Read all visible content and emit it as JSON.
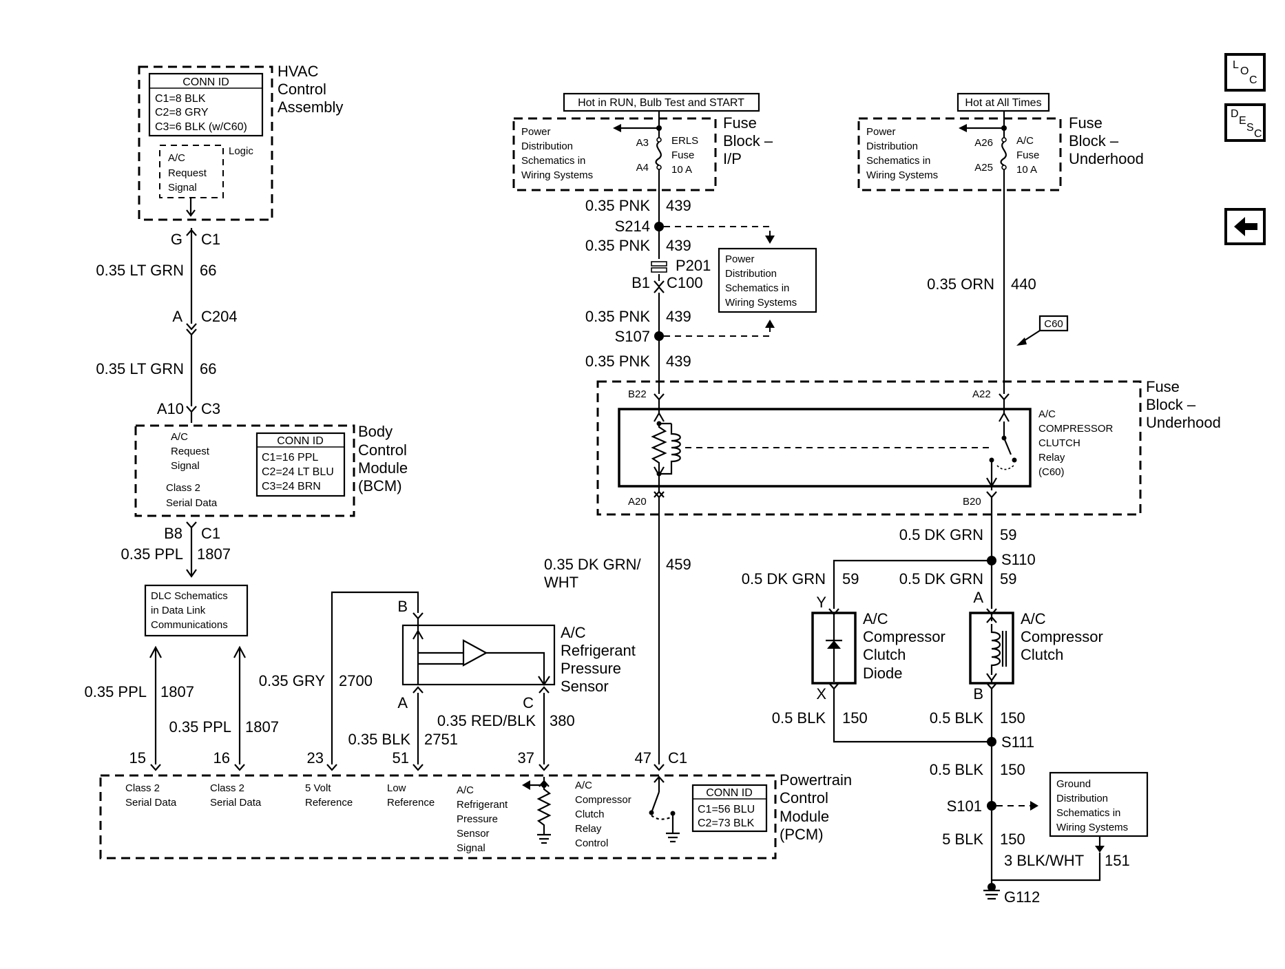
{
  "hvac": {
    "conn_title": "CONN ID",
    "conn": [
      "C1=8 BLK",
      "C2=8 GRY",
      "C3=6 BLK (w/C60)"
    ],
    "name": [
      "HVAC",
      "Control",
      "Assembly"
    ],
    "logic": "Logic",
    "signal": [
      "A/C",
      "Request",
      "Signal"
    ]
  },
  "left_wire": {
    "g": "G",
    "c1": "C1",
    "w1_gauge": "0.35 LT GRN",
    "w1_circuit": "66",
    "a": "A",
    "c204": "C204",
    "w2_gauge": "0.35 LT GRN",
    "w2_circuit": "66",
    "a10": "A10",
    "c3": "C3"
  },
  "bcm": {
    "signal": [
      "A/C",
      "Request",
      "Signal"
    ],
    "class2": [
      "Class 2",
      "Serial Data"
    ],
    "conn_title": "CONN ID",
    "conn": [
      "C1=16 PPL",
      "C2=24 LT BLU",
      "C3=24 BRN"
    ],
    "name": [
      "Body",
      "Control",
      "Module",
      "(BCM)"
    ],
    "b8": "B8",
    "c1": "C1",
    "w_gauge": "0.35 PPL",
    "w_circuit": "1807"
  },
  "dlc": {
    "lines": [
      "DLC Schematics",
      "in Data Link",
      "Communications"
    ]
  },
  "pcm_wires": {
    "w15_gauge": "0.35 PPL",
    "w15_circuit": "1807",
    "w16_gauge": "0.35 PPL",
    "w16_circuit": "1807",
    "w23_gauge": "0.35 GRY",
    "w23_circuit": "2700",
    "w51_gauge": "0.35 BLK",
    "w51_circuit": "2751",
    "w37_gauge": "0.35 RED/BLK",
    "w37_circuit": "380",
    "pin15": "15",
    "pin16": "16",
    "pin23": "23",
    "pin51": "51",
    "pin37": "37",
    "pin47": "47",
    "c1": "C1"
  },
  "sensor": {
    "b": "B",
    "a": "A",
    "c": "C",
    "name": [
      "A/C",
      "Refrigerant",
      "Pressure",
      "Sensor"
    ]
  },
  "pcm": {
    "class2_a": [
      "Class 2",
      "Serial Data"
    ],
    "class2_b": [
      "Class 2",
      "Serial Data"
    ],
    "ref5v": [
      "5 Volt",
      "Reference"
    ],
    "lowref": [
      "Low",
      "Reference"
    ],
    "signal": [
      "A/C",
      "Refrigerant",
      "Pressure",
      "Sensor",
      "Signal"
    ],
    "relay": [
      "A/C",
      "Compressor",
      "Clutch",
      "Relay",
      "Control"
    ],
    "conn_title": "CONN ID",
    "conn": [
      "C1=56 BLU",
      "C2=73 BLK"
    ],
    "name": [
      "Powertrain",
      "Control",
      "Module",
      "(PCM)"
    ]
  },
  "fuse_ip": {
    "hot": "Hot in RUN, Bulb Test and START",
    "pd": [
      "Power",
      "Distribution",
      "Schematics in",
      "Wiring Systems"
    ],
    "a3": "A3",
    "a4": "A4",
    "fuse": [
      "ERLS",
      "Fuse",
      "10 A"
    ],
    "name": [
      "Fuse",
      "Block –",
      "I/P"
    ]
  },
  "center_wire": {
    "w1_gauge": "0.35 PNK",
    "w1_circuit": "439",
    "s214": "S214",
    "w2_gauge": "0.35 PNK",
    "w2_circuit": "439",
    "p201": "P201",
    "b1": "B1",
    "c100": "C100",
    "w3_gauge": "0.35 PNK",
    "w3_circuit": "439",
    "s107": "S107",
    "w4_gauge": "0.35 PNK",
    "w4_circuit": "439",
    "pd": [
      "Power",
      "Distribution",
      "Schematics in",
      "Wiring Systems"
    ],
    "w5_gauge": [
      "0.35 DK GRN/",
      "WHT"
    ],
    "w5_circuit": "459"
  },
  "fuse_uh": {
    "hot": "Hot at All Times",
    "pd": [
      "Power",
      "Distribution",
      "Schematics in",
      "Wiring Systems"
    ],
    "a26": "A26",
    "a25": "A25",
    "fuse": [
      "A/C",
      "Fuse",
      "10 A"
    ],
    "name": [
      "Fuse",
      "Block –",
      "Underhood"
    ],
    "w_gauge": "0.35 ORN",
    "w_circuit": "440",
    "c60": "C60"
  },
  "relay_block": {
    "b22": "B22",
    "a22": "A22",
    "a20": "A20",
    "b20": "B20",
    "relay": [
      "A/C",
      "COMPRESSOR",
      "CLUTCH",
      "Relay",
      "(C60)"
    ],
    "name": [
      "Fuse",
      "Block –",
      "Underhood"
    ]
  },
  "right_side": {
    "w1_gauge": "0.5 DK GRN",
    "w1_circuit": "59",
    "s110": "S110",
    "w2_gauge": "0.5 DK GRN",
    "w2_circuit": "59",
    "w3_gauge": "0.5 DK GRN",
    "w3_circuit": "59",
    "y": "Y",
    "x": "X",
    "a": "A",
    "b": "B",
    "diode": [
      "A/C",
      "Compressor",
      "Clutch",
      "Diode"
    ],
    "clutch": [
      "A/C",
      "Compressor",
      "Clutch"
    ],
    "w4_gauge": "0.5 BLK",
    "w4_circuit": "150",
    "w5_gauge": "0.5 BLK",
    "w5_circuit": "150",
    "s111": "S111",
    "w6_gauge": "0.5 BLK",
    "w6_circuit": "150",
    "s101": "S101",
    "gd": [
      "Ground",
      "Distribution",
      "Schematics in",
      "Wiring Systems"
    ],
    "w7_gauge": "5 BLK",
    "w7_circuit": "150",
    "w8_gauge": "3 BLK/WHT",
    "w8_circuit": "151",
    "g112": "G112"
  },
  "nav": {
    "loc": [
      "L",
      "O",
      "C"
    ],
    "desc": [
      "D",
      "E",
      "S",
      "C"
    ],
    "back": "←"
  }
}
